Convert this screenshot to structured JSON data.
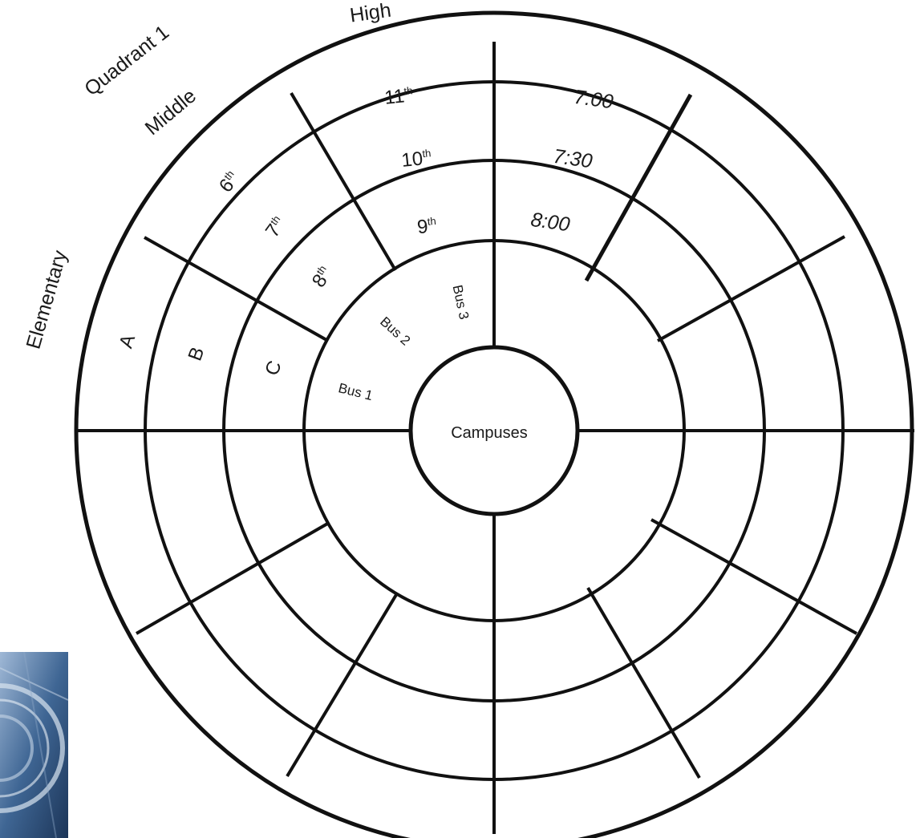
{
  "diagram": {
    "center_label": "Campuses",
    "outer_labels": {
      "quadrant": "Quadrant 1",
      "high": "High",
      "middle": "Middle",
      "elementary": "Elementary"
    },
    "elementary_letters": [
      "A",
      "B",
      "C"
    ],
    "middle_grades": [
      {
        "num": "6",
        "sup": "th"
      },
      {
        "num": "7",
        "sup": "th"
      },
      {
        "num": "8",
        "sup": "th"
      }
    ],
    "high_grades": [
      {
        "num": "11",
        "sup": "th"
      },
      {
        "num": "10",
        "sup": "th"
      },
      {
        "num": "9",
        "sup": "th"
      }
    ],
    "times": [
      "7:00",
      "7:30",
      "8:00"
    ],
    "buses": [
      "Bus 1",
      "Bus 2",
      "Bus 3"
    ]
  }
}
